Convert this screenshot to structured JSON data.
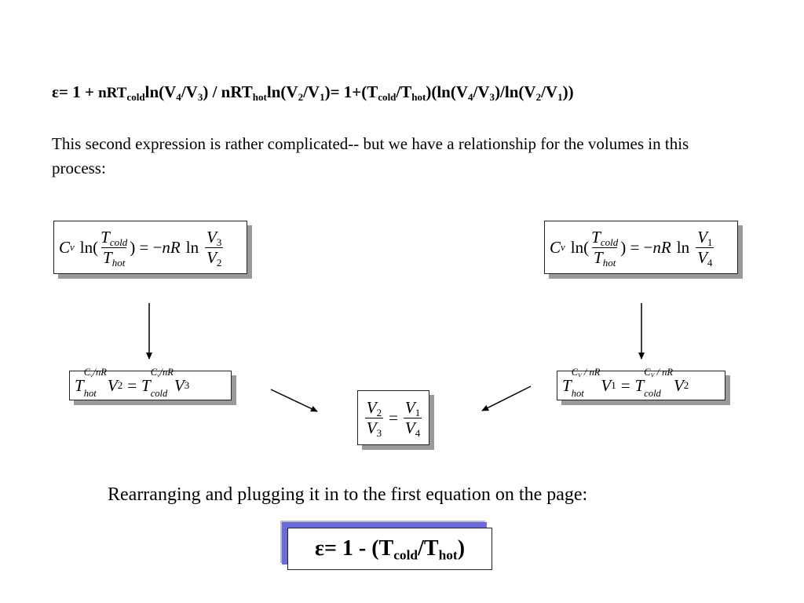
{
  "top_equation": {
    "eps": "ε",
    "p1": "= 1 + ",
    "nrt": "nRT",
    "cold": "cold",
    "ln_open": "ln(V",
    "n4": "4",
    "slash_v": "/V",
    "n3": "3",
    "p2": ") / nRT",
    "hot": "hot",
    "ln2": "ln(V",
    "n2": "2",
    "n1": "1",
    "p3": ")= 1+(T",
    "p4": "/T",
    "p5": ")(ln(V",
    "p6": ")/ln(V",
    "p7": "))"
  },
  "paragraph": "This second expression is rather complicated-- but we have a relationship for the volumes in this process:",
  "math": {
    "C": "C",
    "v": "v",
    "ln": "ln",
    "ln_paren": "ln(",
    "T": "T",
    "V": "V",
    "cold": "cold",
    "hot": "hot",
    "eq": "=",
    "close_eq_neg": ") = −",
    "nR": "nR",
    "one": "1",
    "two": "2",
    "three": "3",
    "four": "4",
    "exp_v": "C",
    "exp_v_sub": "v",
    "exp_V_sub": "V",
    "exp_slash": "/",
    "exp_nR": "nR",
    "exp_slash_spaced": " / "
  },
  "rearranging_text": "Rearranging and plugging it in to the first equation on the page:",
  "final_equation": {
    "eps": "ε",
    "p1": "= 1 - (T",
    "cold": "cold",
    "slash": "/T",
    "hot": "hot",
    "close": ")"
  },
  "colors": {
    "shadow_gray": "#9a9a9a",
    "shadow_blue": "#6b6be0"
  }
}
